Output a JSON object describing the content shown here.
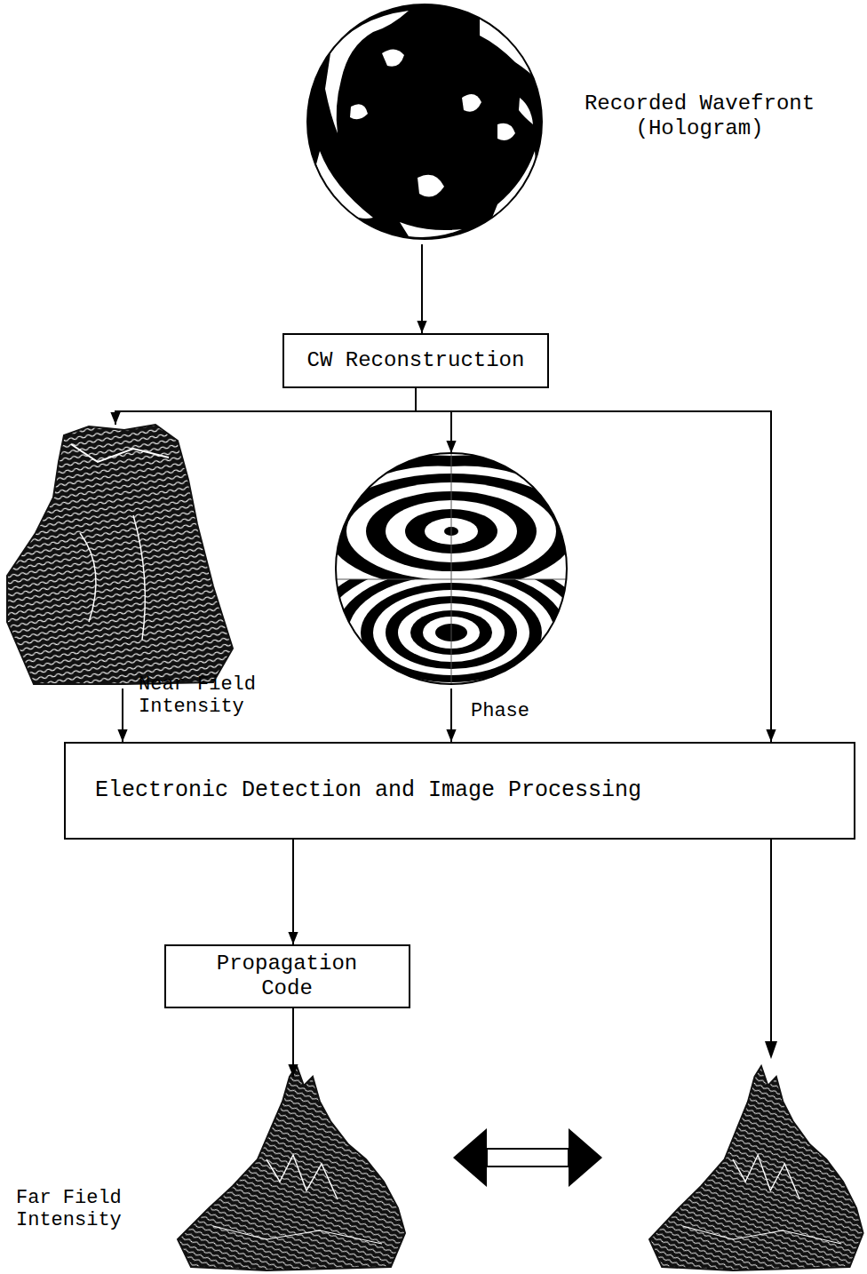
{
  "diagram": {
    "nodes": [
      {
        "text": [
          "Recorded Wavefront (Hologram)"
        ]
      },
      {
        "text": [
          "CW Reconstruction"
        ]
      },
      {
        "text": [
          "Near Field Intensity"
        ]
      },
      {
        "text": [
          "Phase"
        ]
      },
      {
        "text": [
          "Electronic Detection and Image Processing"
        ]
      },
      {
        "text": [
          "Propagation Code"
        ]
      },
      {
        "text": [
          "Far Field Intensity"
        ]
      }
    ],
    "edges": [
      {
        "from": 0,
        "to": 1,
        "arrow": "to"
      },
      {
        "from": 1,
        "to": 2,
        "arrow": "to"
      },
      {
        "from": 1,
        "to": 3,
        "arrow": "to"
      },
      {
        "from": 1,
        "to": 4,
        "arrow": "to"
      },
      {
        "from": 2,
        "to": 4,
        "arrow": "to"
      },
      {
        "from": 3,
        "to": 4,
        "arrow": "to"
      },
      {
        "from": 4,
        "to": 5,
        "arrow": "to"
      },
      {
        "from": 5,
        "to": 6,
        "arrow": "to"
      }
    ]
  }
}
